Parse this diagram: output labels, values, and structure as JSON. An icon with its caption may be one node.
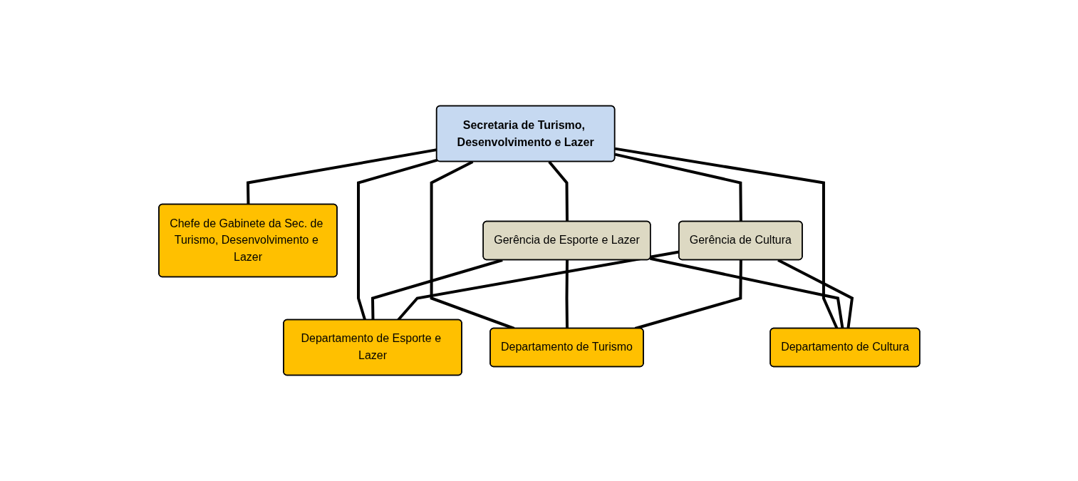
{
  "diagram": {
    "nodes": [
      {
        "text": [
          "Chefe de Gabinete da Sec. de Turismo, Desenvolvimento e Lazer"
        ]
      },
      {
        "text": [
          "Secretaria de Turismo, Desenvolvimento e Lazer"
        ]
      },
      {
        "text": [
          "Gerência de Esporte e Lazer"
        ]
      },
      {
        "text": [
          "Gerência de Cultura"
        ]
      },
      {
        "text": [
          "Departamento de Esporte e Lazer"
        ]
      },
      {
        "text": [
          "Departamento de Turismo"
        ]
      },
      {
        "text": [
          "Departamento de Cultura"
        ]
      }
    ],
    "edges": [
      {
        "from": 1,
        "to": 0,
        "arrow": "none"
      },
      {
        "from": 1,
        "to": 2,
        "arrow": "none"
      },
      {
        "from": 1,
        "to": 3,
        "arrow": "none"
      },
      {
        "from": 1,
        "to": 4,
        "arrow": "none"
      },
      {
        "from": 1,
        "to": 5,
        "arrow": "none"
      },
      {
        "from": 1,
        "to": 6,
        "arrow": "none"
      },
      {
        "from": 2,
        "to": 4,
        "arrow": "none"
      },
      {
        "from": 2,
        "to": 5,
        "arrow": "none"
      },
      {
        "from": 2,
        "to": 6,
        "arrow": "none"
      },
      {
        "from": 3,
        "to": 4,
        "arrow": "none"
      },
      {
        "from": 3,
        "to": 5,
        "arrow": "none"
      },
      {
        "from": 3,
        "to": 6,
        "arrow": "none"
      }
    ]
  }
}
